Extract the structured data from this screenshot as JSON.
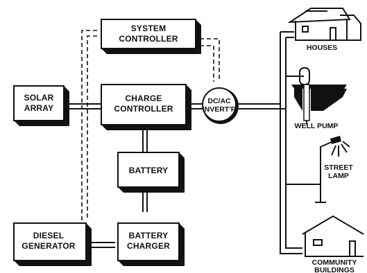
{
  "diagram": {
    "components": {
      "system_controller": [
        "SYSTEM",
        "CONTROLLER"
      ],
      "solar_array": [
        "SOLAR",
        "ARRAY"
      ],
      "charge_controller": [
        "CHARGE",
        "CONTROLLER"
      ],
      "inverter": [
        "DC/AC",
        "INVERT'R"
      ],
      "battery": [
        "BATTERY"
      ],
      "diesel_generator": [
        "DIESEL",
        "GENERATOR"
      ],
      "battery_charger": [
        "BATTERY",
        "CHARGER"
      ]
    },
    "loads": {
      "houses": "HOUSES",
      "well_pump": "WELL PUMP",
      "street_lamp": [
        "STREET",
        "LAMP"
      ],
      "community_buildings": [
        "COMMUNITY",
        "BUILDINGS"
      ]
    }
  }
}
